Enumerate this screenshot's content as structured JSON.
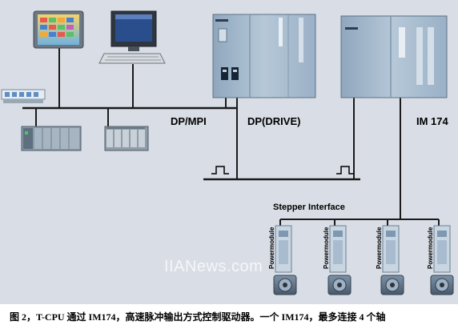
{
  "labels": {
    "dp_mpi": "DP/MPI",
    "dp_drive": "DP(DRIVE)",
    "im174": "IM 174",
    "stepper_interface": "Stepper Interface",
    "powermodule": "Powermodule"
  },
  "watermark": "IIANews.com",
  "caption": "图 2，T-CPU 通过 IM174，高速脉冲输出方式控制驱动器。一个 IM174，最多连接 4 个轴",
  "colors": {
    "background": "#d9dee6",
    "device_body": "#a9bfd3",
    "bus_line": "#1a1a1a"
  },
  "icons": [
    "hmi-panel-icon",
    "pc-monitor-icon",
    "keyboard-icon",
    "plc-rack-icon",
    "io-module-icon",
    "t-cpu-icon",
    "im174-module-icon",
    "pulse-symbol-icon",
    "powermodule-drive-icon",
    "stepper-motor-icon"
  ]
}
